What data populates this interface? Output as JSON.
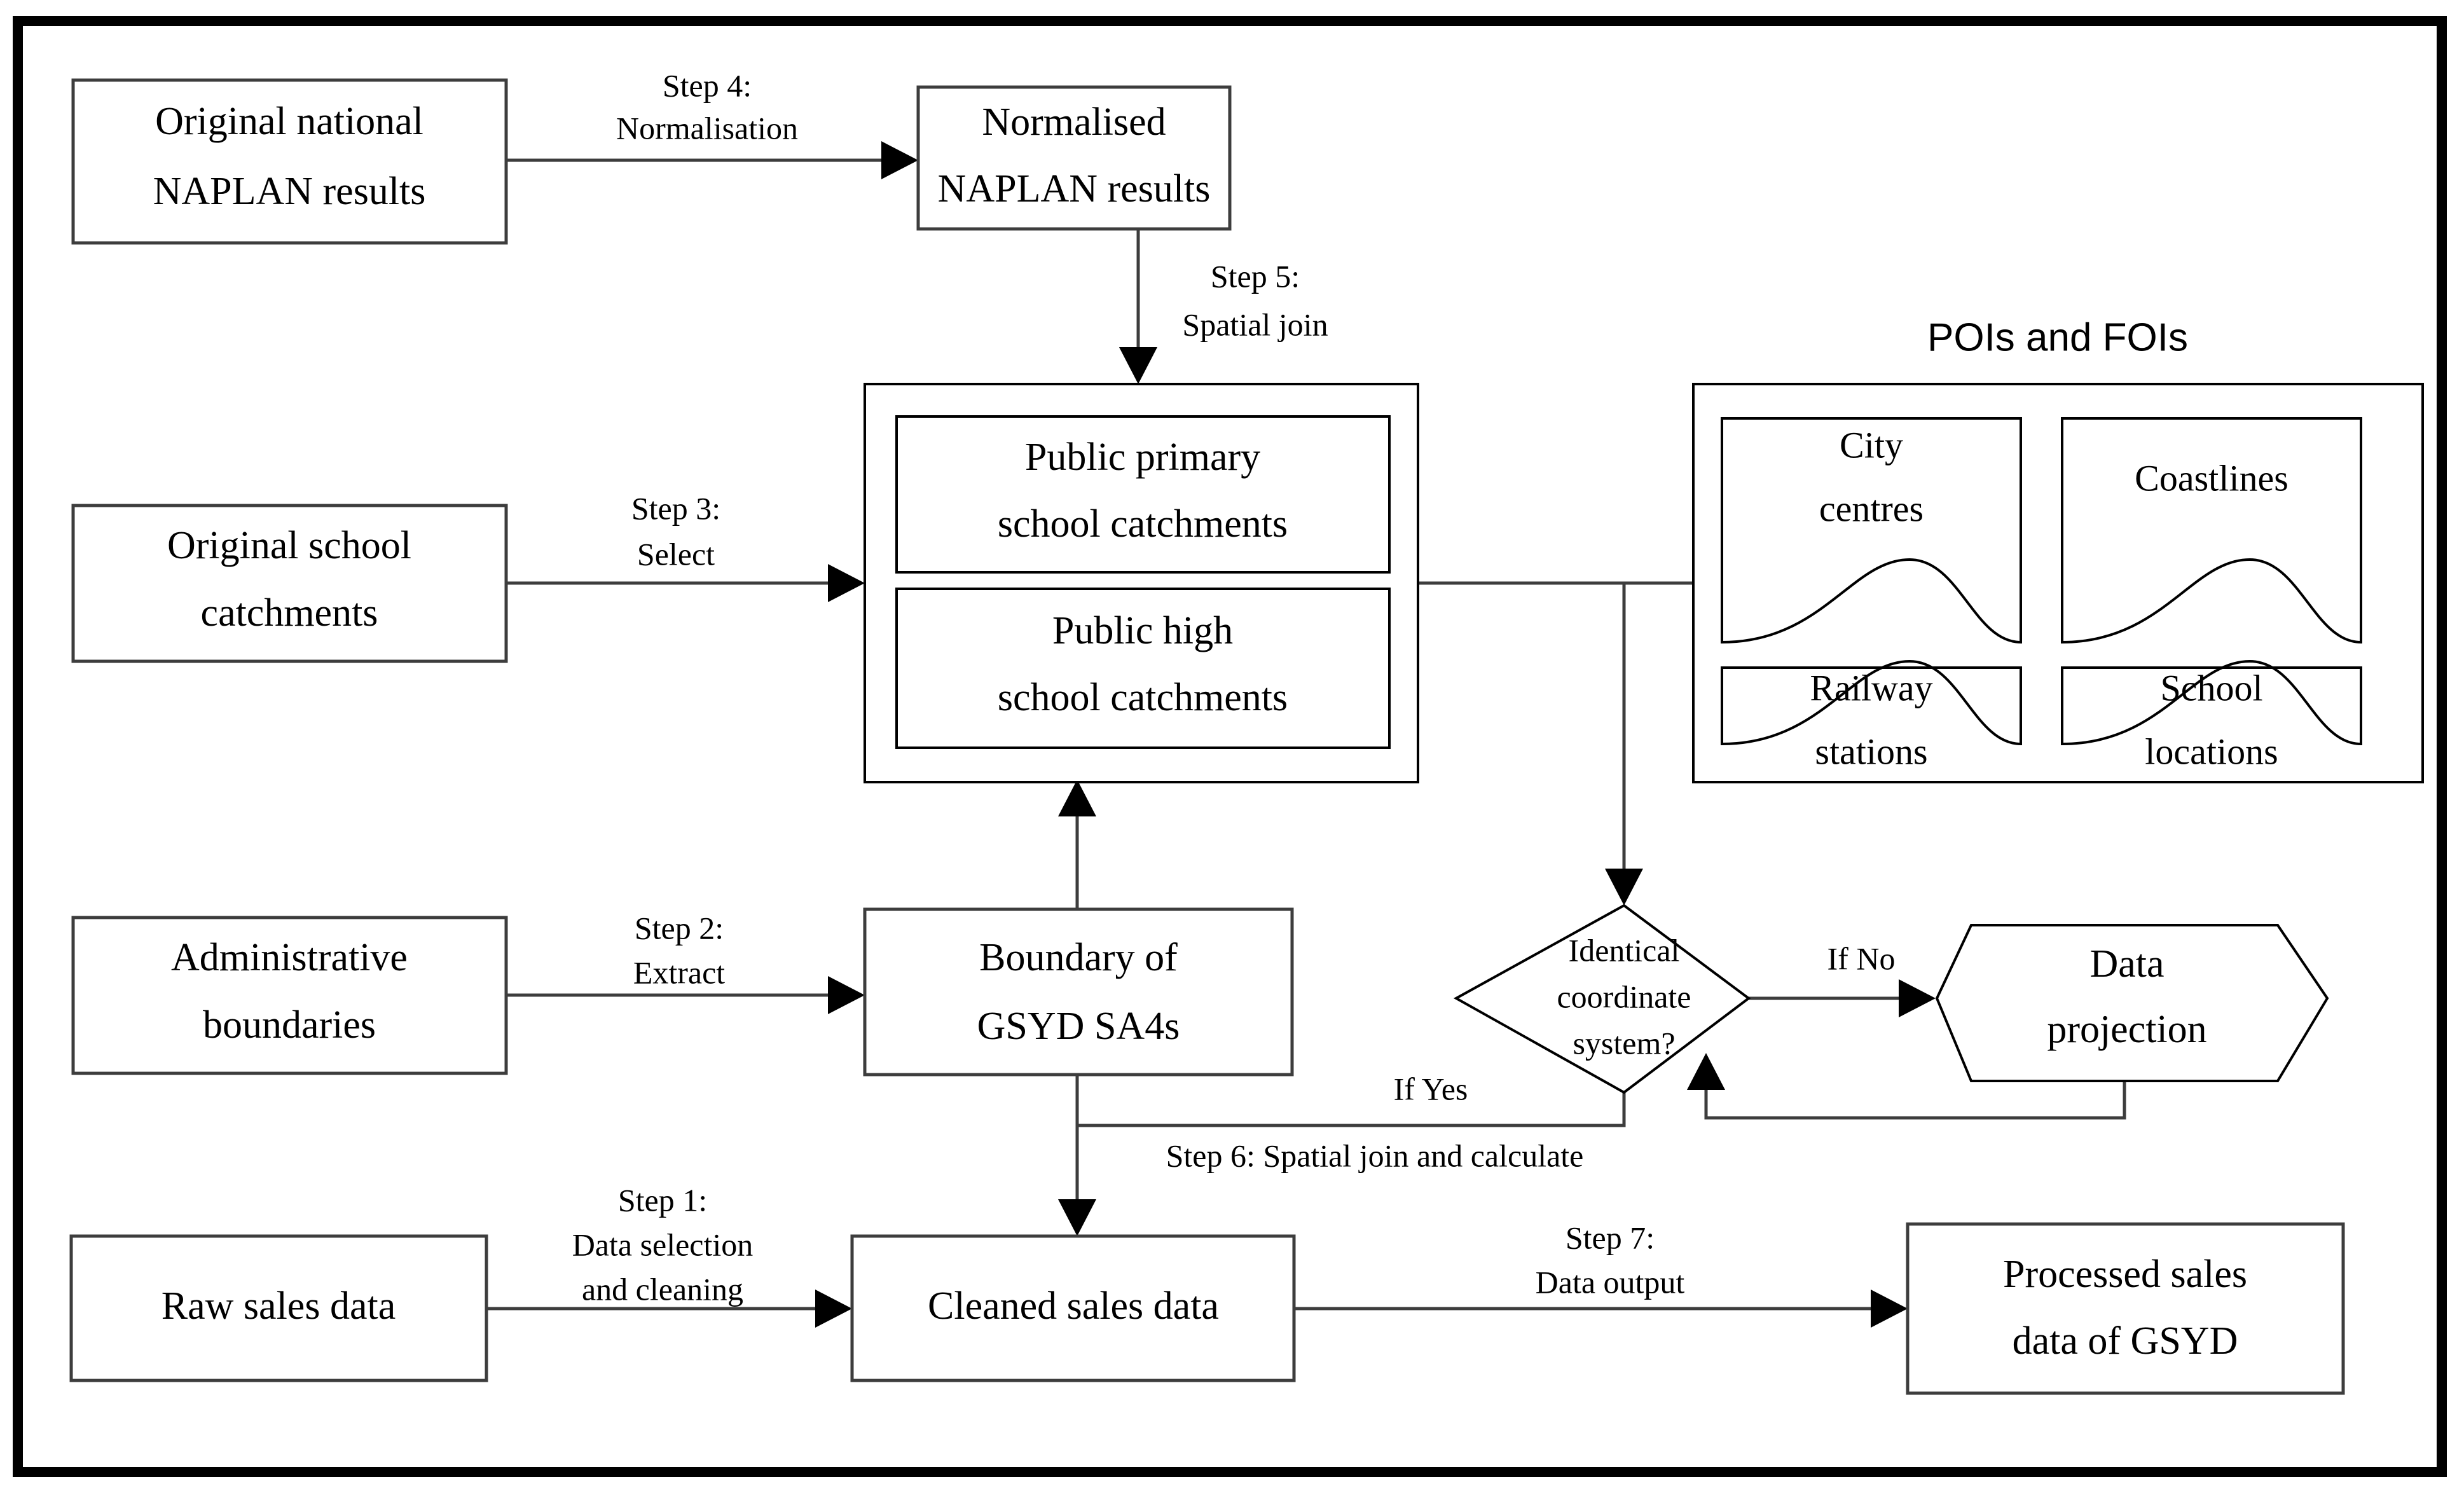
{
  "diagram": {
    "title_group": "POIs and FOIs",
    "nodes": {
      "original_naplan": {
        "line1": "Original national",
        "line2": "NAPLAN results"
      },
      "normalised_naplan": {
        "line1": "Normalised",
        "line2": "NAPLAN results"
      },
      "original_catchments": {
        "line1": "Original school",
        "line2": "catchments"
      },
      "public_primary": {
        "line1": "Public primary",
        "line2": "school catchments"
      },
      "public_high": {
        "line1": "Public high",
        "line2": "school catchments"
      },
      "admin_boundaries": {
        "line1": "Administrative",
        "line2": "boundaries"
      },
      "gsyd_boundary": {
        "line1": "Boundary of",
        "line2": "GSYD SA4s"
      },
      "decision": {
        "line1": "Identical",
        "line2": "coordinate",
        "line3": "system?"
      },
      "data_projection": {
        "line1": "Data",
        "line2": "projection"
      },
      "raw_sales": {
        "line1": "Raw sales data"
      },
      "cleaned_sales": {
        "line1": "Cleaned sales data"
      },
      "processed_sales": {
        "line1": "Processed sales",
        "line2": "data of GSYD"
      }
    },
    "poi_items": [
      {
        "id": "city-centres",
        "line1": "City",
        "line2": "centres"
      },
      {
        "id": "coastlines",
        "line1": "Coastlines",
        "line2": ""
      },
      {
        "id": "railway-stations",
        "line1": "Railway",
        "line2": "stations"
      },
      {
        "id": "school-locations",
        "line1": "School",
        "line2": "locations"
      }
    ],
    "edges": {
      "step1": {
        "line1": "Step 1:",
        "line2": "Data selection",
        "line3": "and cleaning"
      },
      "step2": {
        "line1": "Step 2:",
        "line2": "Extract"
      },
      "step3": {
        "line1": "Step 3:",
        "line2": "Select"
      },
      "step4": {
        "line1": "Step 4:",
        "line2": "Normalisation"
      },
      "step5": {
        "line1": "Step 5:",
        "line2": "Spatial join"
      },
      "step6": {
        "line1": "Step 6: Spatial join and calculate"
      },
      "step7": {
        "line1": "Step 7:",
        "line2": "Data output"
      },
      "if_yes": {
        "line1": "If Yes"
      },
      "if_no": {
        "line1": "If No"
      }
    },
    "colors": {
      "frame": "#000000",
      "box_stroke": "#3d3d3d",
      "connector": "#3d3d3d",
      "background": "#ffffff",
      "text": "#000000"
    }
  }
}
